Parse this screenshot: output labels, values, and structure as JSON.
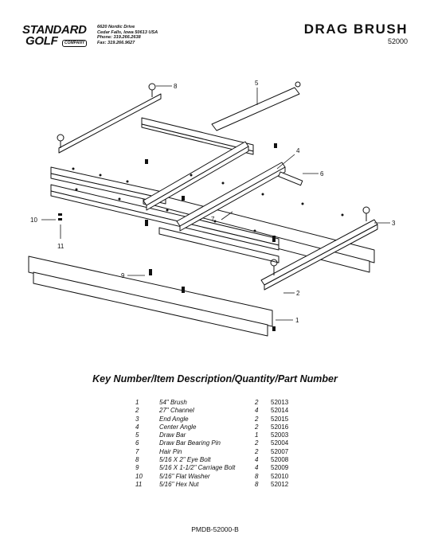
{
  "header": {
    "logo_line1": "STANDARD",
    "logo_line2": "GOLF",
    "logo_company": "COMPANY",
    "address": [
      "6620 Nordic Drive",
      "Cedar Falls, Iowa  50613  USA",
      "Phone: 319.266.2638",
      "Fax: 319.266.9627"
    ],
    "title": "DRAG  BRUSH",
    "part_number": "52000"
  },
  "diagram": {
    "callouts": [
      "1",
      "2",
      "3",
      "4",
      "5",
      "6",
      "7",
      "8",
      "9",
      "10",
      "11"
    ]
  },
  "parts_list": {
    "heading": "Key Number/Item Description/Quantity/Part Number",
    "items": [
      {
        "key": "1",
        "desc": "54\" Brush",
        "qty": "2",
        "part": "52013"
      },
      {
        "key": "2",
        "desc": "27\" Channel",
        "qty": "4",
        "part": "52014"
      },
      {
        "key": "3",
        "desc": "End Angle",
        "qty": "2",
        "part": "52015"
      },
      {
        "key": "4",
        "desc": "Center Angle",
        "qty": "2",
        "part": "52016"
      },
      {
        "key": "5",
        "desc": "Draw Bar",
        "qty": "1",
        "part": "52003"
      },
      {
        "key": "6",
        "desc": "Draw Bar Bearing Pin",
        "qty": "2",
        "part": "52004"
      },
      {
        "key": "7",
        "desc": "Hair Pin",
        "qty": "2",
        "part": "52007"
      },
      {
        "key": "8",
        "desc": "5/16 X 2\" Eye Bolt",
        "qty": "4",
        "part": "52008"
      },
      {
        "key": "9",
        "desc": "5/16 X 1-1/2\" Carriage Bolt",
        "qty": "4",
        "part": "52009"
      },
      {
        "key": "10",
        "desc": "5/16\" Flat Washer",
        "qty": "8",
        "part": "52010"
      },
      {
        "key": "11",
        "desc": "5/16\" Hex Nut",
        "qty": "8",
        "part": "52012"
      }
    ]
  },
  "footer": {
    "doc_id": "PMDB-52000-B"
  }
}
